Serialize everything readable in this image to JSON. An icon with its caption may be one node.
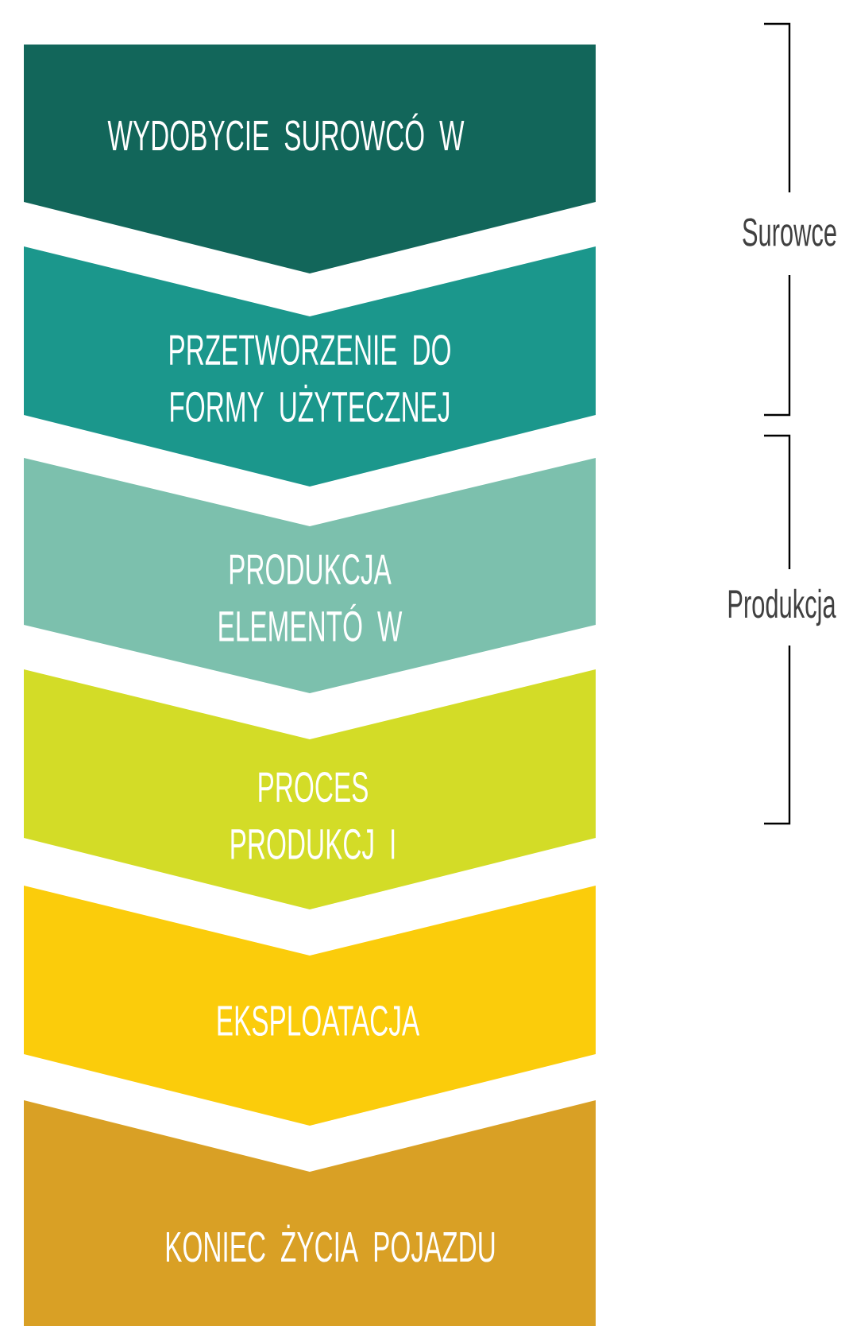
{
  "diagram": {
    "nodes": [
      {
        "text": [
          "WYDOBYCIE SUROWCÓ W"
        ]
      },
      {
        "text": [
          "PRZETWORZENIE DO FORMY UŻYTECZNEJ"
        ]
      },
      {
        "text": [
          "PRODUKCJA ELEMENTÓ W"
        ]
      },
      {
        "text": [
          "PROCES PRODUKCJ I"
        ]
      },
      {
        "text": [
          "EKSPLOATACJA"
        ]
      },
      {
        "text": [
          "KONIEC ŻYCIA POJAZDU"
        ]
      }
    ],
    "labels": [
      "Surowce",
      "Produkcja"
    ]
  }
}
